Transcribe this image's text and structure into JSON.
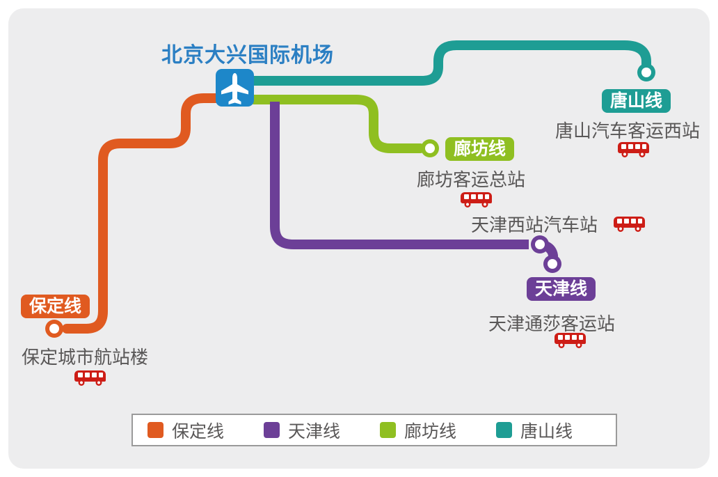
{
  "title": "北京大兴国际机场",
  "colors": {
    "background_panel": "#EDEDEE",
    "airport_blue": "#1D87C9",
    "title_blue": "#2B7FC3",
    "bus_red": "#CD1D16",
    "station_text_gray": "#595757",
    "legend_border": "#9A9A9A",
    "white": "#FFFFFF"
  },
  "lines": {
    "baoding": {
      "label": "保定线",
      "color": "#E05A20",
      "station": "保定城市航站楼"
    },
    "tianjin": {
      "label": "天津线",
      "color": "#6C3F97",
      "station_mid": "天津西站汽车站",
      "station_end": "天津通莎客运站"
    },
    "langfang": {
      "label": "廊坊线",
      "color": "#8FBF21",
      "station": "廊坊客运总站"
    },
    "tangshan": {
      "label": "唐山线",
      "color": "#1E9D94",
      "station": "唐山汽车客运西站"
    }
  },
  "legend": {
    "items": [
      {
        "label": "保定线",
        "color": "#E05A20"
      },
      {
        "label": "天津线",
        "color": "#6C3F97"
      },
      {
        "label": "廊坊线",
        "color": "#8FBF21"
      },
      {
        "label": "唐山线",
        "color": "#1E9D94"
      }
    ]
  }
}
